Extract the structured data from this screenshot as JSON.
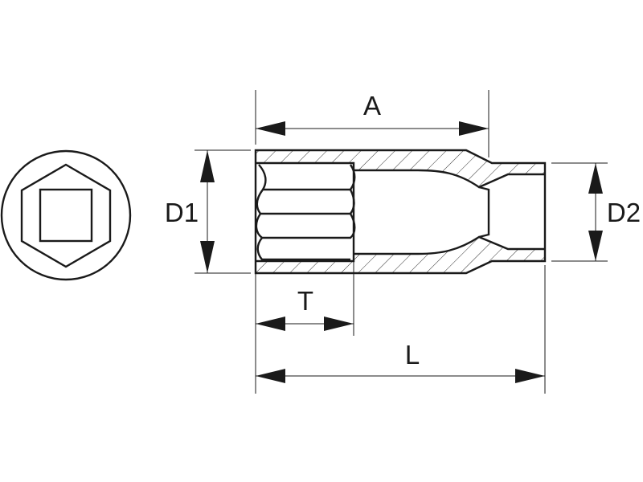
{
  "diagram": {
    "labels": {
      "A": "A",
      "D1": "D1",
      "D2": "D2",
      "T": "T",
      "L": "L"
    },
    "line_color": "#1a1a1a",
    "background": "#ffffff"
  }
}
